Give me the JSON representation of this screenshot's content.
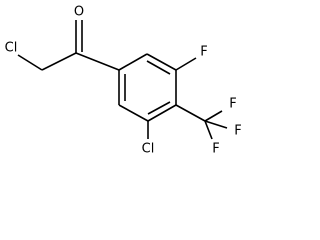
{
  "molecule": {
    "atoms": {
      "carbonyl_oxygen": "O",
      "alpha_chlorine": "Cl",
      "ring_fluorine": "F",
      "ring_chlorine": "Cl",
      "cf3_fluorine_1": "F",
      "cf3_fluorine_2": "F",
      "cf3_fluorine_3": "F"
    }
  }
}
